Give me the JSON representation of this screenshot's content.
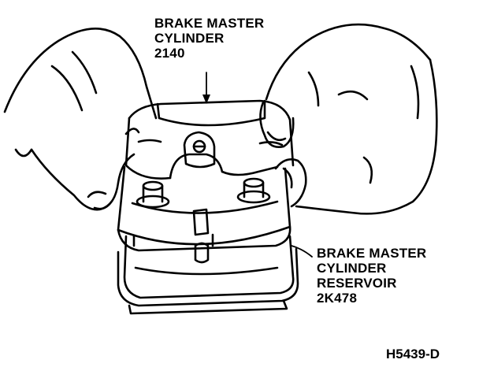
{
  "callouts": {
    "master_cylinder": {
      "line1": "BRAKE MASTER",
      "line2": "CYLINDER",
      "part_number": "2140"
    },
    "reservoir": {
      "line1": "BRAKE MASTER",
      "line2": "CYLINDER",
      "line3": "RESERVOIR",
      "part_number": "2K478"
    }
  },
  "figure_id": "H5439-D"
}
